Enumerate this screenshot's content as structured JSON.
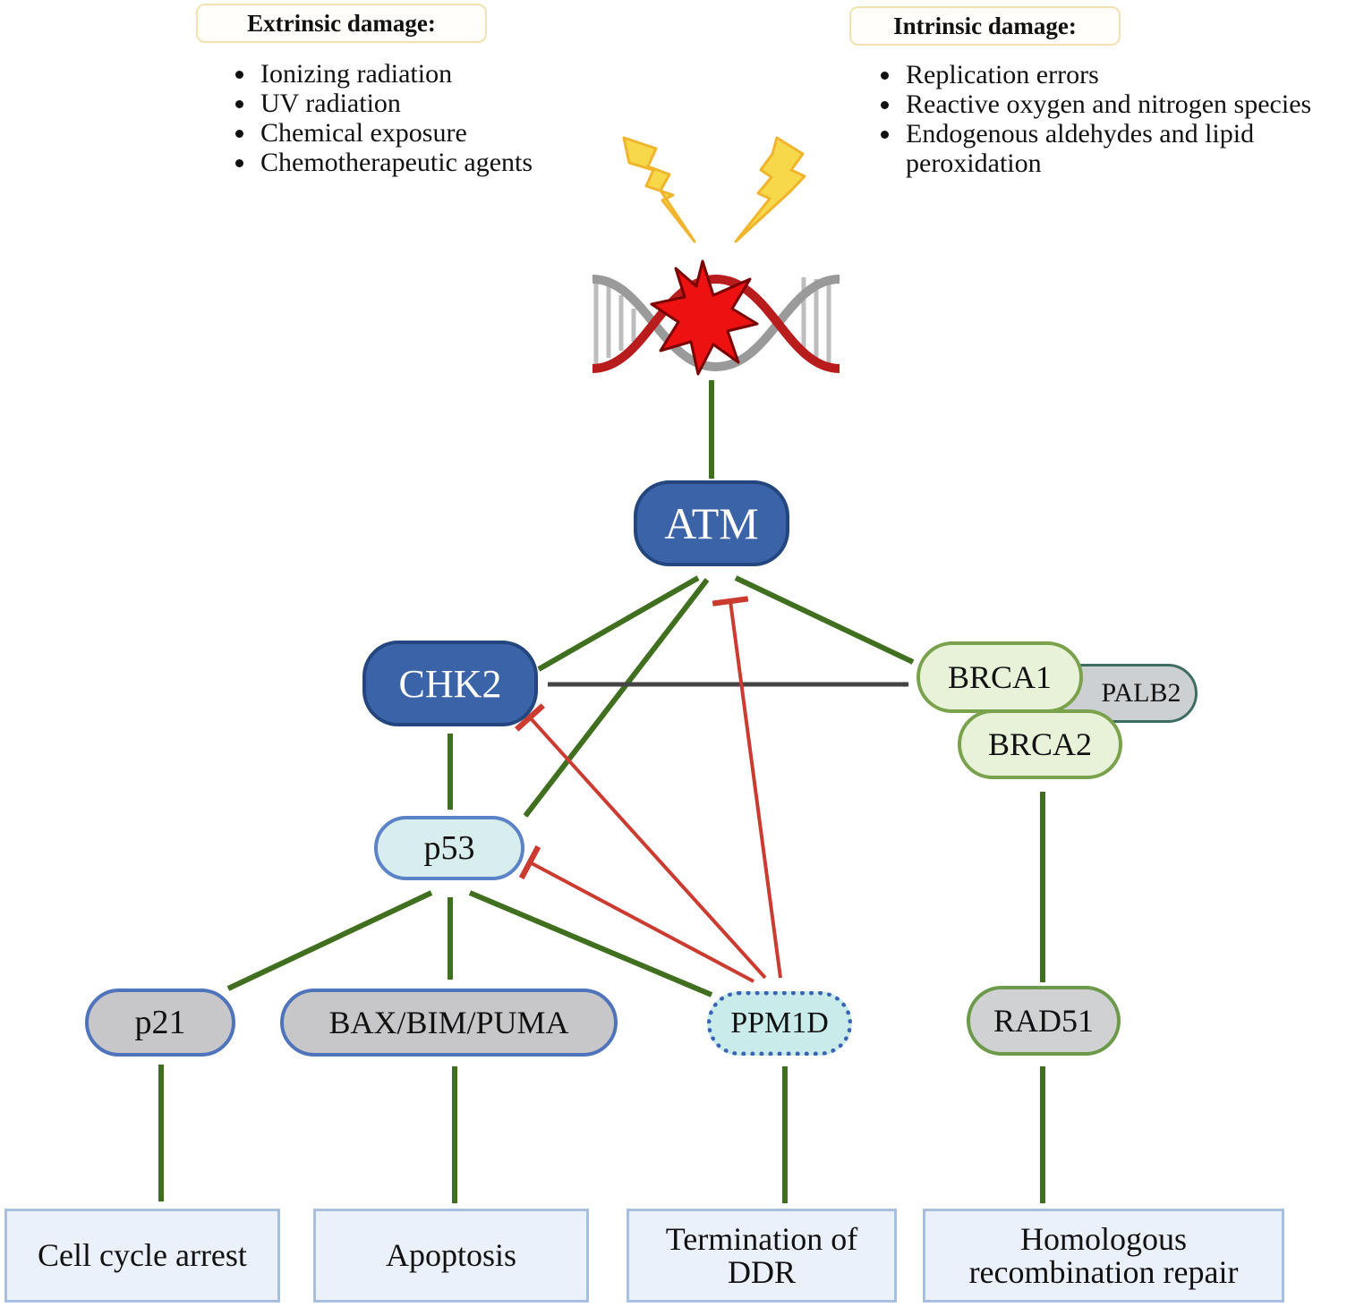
{
  "extrinsic": {
    "title": "Extrinsic damage:",
    "items": [
      "Ionizing radiation",
      "UV radiation",
      "Chemical exposure",
      "Chemotherapeutic agents"
    ]
  },
  "intrinsic": {
    "title": "Intrinsic damage:",
    "items": [
      "Replication errors",
      "Reactive oxygen and nitrogen species",
      "Endogenous aldehydes and lipid peroxidation"
    ]
  },
  "nodes": {
    "atm": "ATM",
    "chk2": "CHK2",
    "p53": "p53",
    "brca1": "BRCA1",
    "palb2": "PALB2",
    "brca2": "BRCA2",
    "p21": "p21",
    "bax": "BAX/BIM/PUMA",
    "ppm1d": "PPM1D",
    "rad51": "RAD51"
  },
  "outcomes": {
    "cell_cycle": "Cell cycle arrest",
    "apoptosis": "Apoptosis",
    "termination": "Termination of DDR",
    "hr_repair": "Homologous recombination repair"
  },
  "colors": {
    "activation": "#3f6f1f",
    "inhibition": "#cc3b30",
    "interaction": "#444444",
    "lightning": "#f7d84a",
    "damage_burst": "#ee1111",
    "dna_red": "#b81c1c",
    "dna_gray": "#9a9a9a"
  }
}
